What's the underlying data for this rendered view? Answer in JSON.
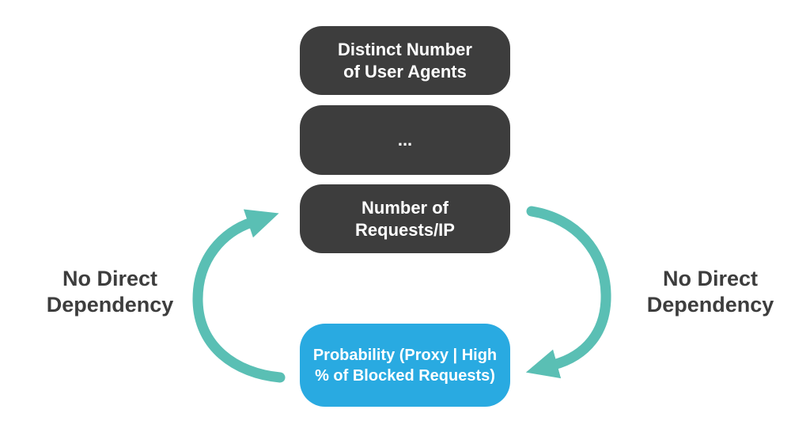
{
  "diagram": {
    "type": "dependency-diagram",
    "background_color": "#ffffff",
    "colors": {
      "box_dark": "#3d3d3d",
      "box_blue": "#29aae1",
      "arrow_teal": "#5abfb4",
      "box_text": "#ffffff",
      "label_text": "#3d3d3d"
    },
    "boxes": [
      {
        "id": "distinct-user-agents",
        "lines": [
          "Distinct Number",
          "of User Agents"
        ]
      },
      {
        "id": "ellipsis",
        "lines": [
          "..."
        ]
      },
      {
        "id": "number-requests-ip",
        "lines": [
          "Number of",
          "Requests/IP"
        ]
      },
      {
        "id": "probability-proxy",
        "lines": [
          "Probability (Proxy | High",
          "% of Blocked Requests)"
        ]
      }
    ],
    "labels": {
      "left": {
        "line1": "No Direct",
        "line2": "Dependency"
      },
      "right": {
        "line1": "No Direct",
        "line2": "Dependency"
      }
    },
    "arrows": [
      {
        "id": "left-curved-arrow",
        "from": "probability-proxy",
        "to": "number-requests-ip",
        "direction": "up"
      },
      {
        "id": "right-curved-arrow",
        "from": "number-requests-ip",
        "to": "probability-proxy",
        "direction": "down"
      }
    ]
  }
}
